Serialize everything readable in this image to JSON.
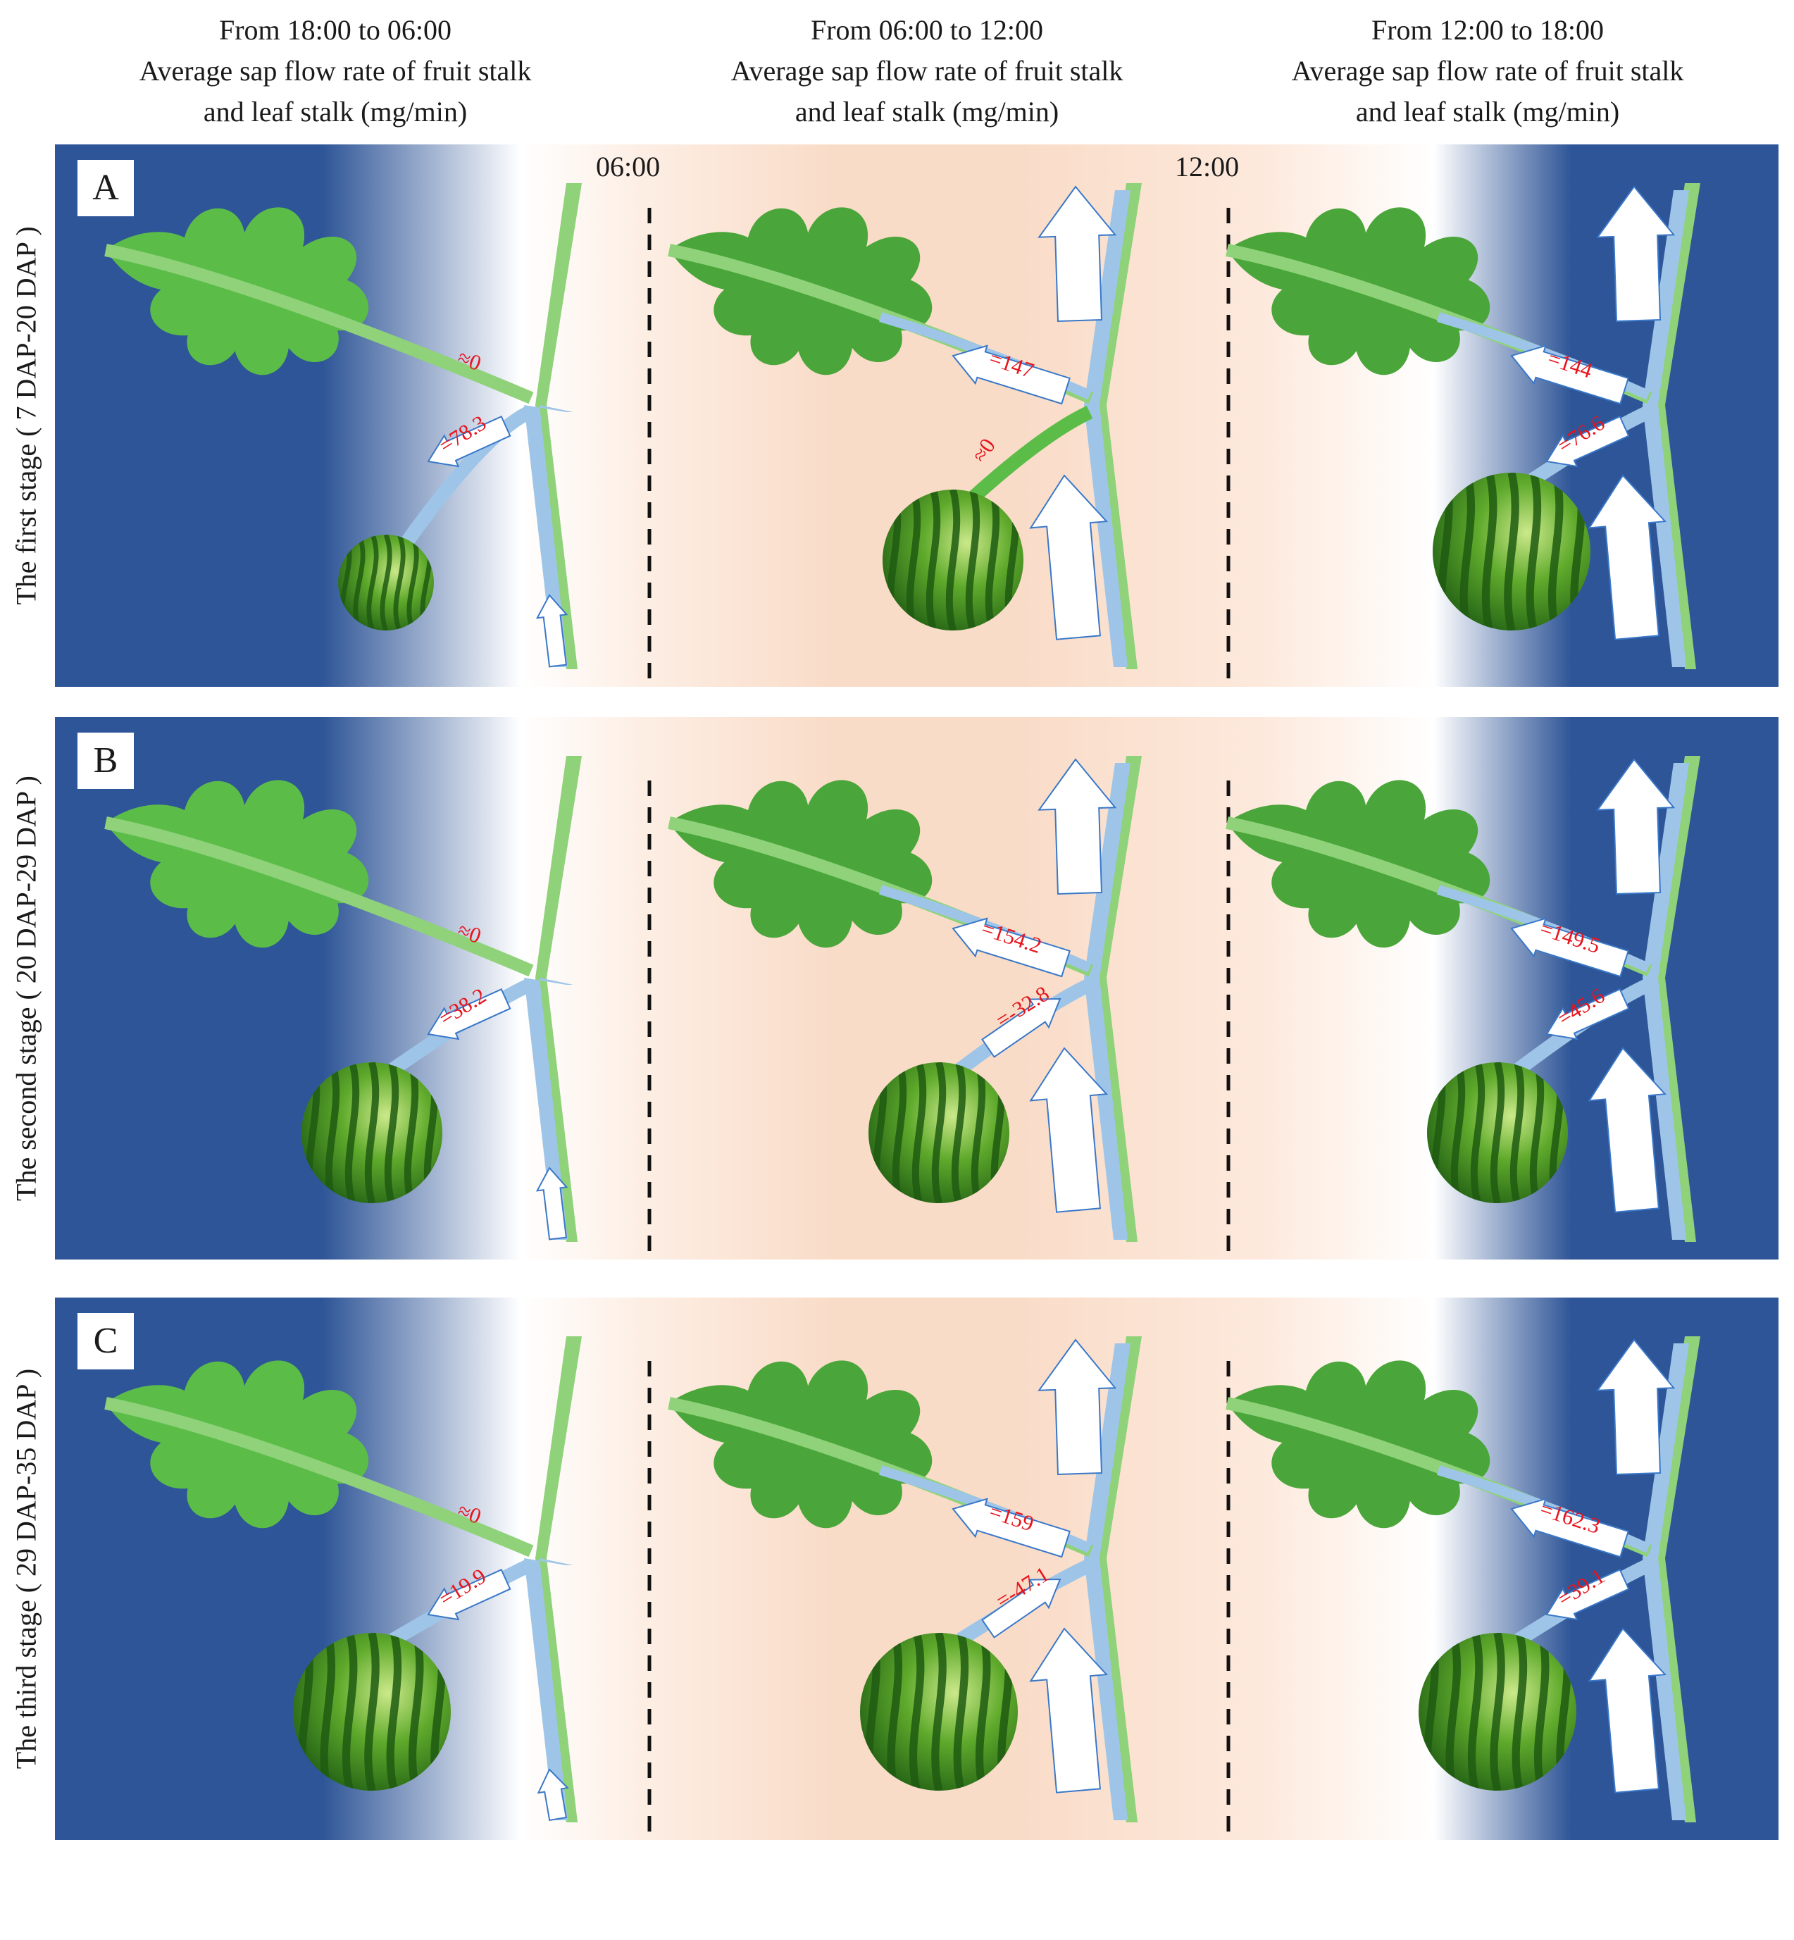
{
  "column_headers": [
    {
      "line1": "From 18:00 to 06:00",
      "line2": "Average sap flow rate of fruit stalk",
      "line3": "and leaf stalk (mg/min)"
    },
    {
      "line1": "From 06:00 to 12:00",
      "line2": "Average sap flow rate of fruit stalk",
      "line3": "and leaf stalk (mg/min)"
    },
    {
      "line1": "From 12:00 to 18:00",
      "line2": "Average sap flow rate of fruit stalk",
      "line3": "and leaf stalk (mg/min)"
    }
  ],
  "time_markers": [
    "06:00",
    "12:00"
  ],
  "colors": {
    "night": "#2e5597",
    "morning": "#ffffff",
    "afternoon": "#f9dcc8",
    "leaf": "#4aa63a",
    "stem": "#8fd27a",
    "sap": "#9ec5e8",
    "label": "#e8141c"
  },
  "panels": [
    {
      "letter": "A",
      "stage": "The first stage ( 7 DAP-20 DAP )",
      "values": [
        {
          "leaf": "≈0",
          "fruit": "=78.3"
        },
        {
          "leaf": "=147",
          "fruit": "≈0"
        },
        {
          "leaf": "=144",
          "fruit": "=76.6"
        }
      ]
    },
    {
      "letter": "B",
      "stage": "The second stage ( 20 DAP-29 DAP )",
      "values": [
        {
          "leaf": "≈0",
          "fruit": "=38.2"
        },
        {
          "leaf": "=154.2",
          "fruit": "=-32.8"
        },
        {
          "leaf": "=149.5",
          "fruit": "=45.6"
        }
      ]
    },
    {
      "letter": "C",
      "stage": "The third stage ( 29 DAP-35 DAP )",
      "values": [
        {
          "leaf": "≈0",
          "fruit": "=19.9"
        },
        {
          "leaf": "=159",
          "fruit": "=-47.1"
        },
        {
          "leaf": "=162.3",
          "fruit": "=39.1"
        }
      ]
    }
  ]
}
